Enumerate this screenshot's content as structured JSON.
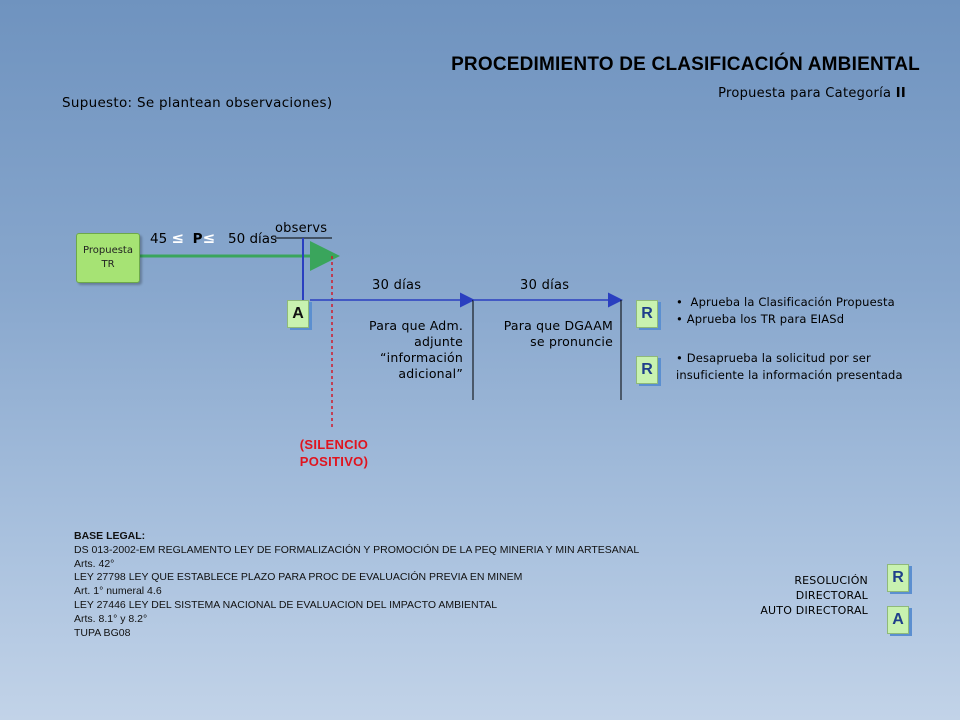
{
  "title": "PROCEDIMIENTO DE CLASIFICACIÓN AMBIENTAL",
  "subtitle_prefix": "Propuesta para Categoría",
  "subtitle_category": "II",
  "supuesto": "Supuesto: Se plantean observaciones)",
  "propuesta_box": {
    "line1": "Propuesta",
    "line2": "TR"
  },
  "range": {
    "min": "45",
    "lte1": "≤",
    "p": "P",
    "lte2": "≤",
    "max": "50 días"
  },
  "observs": "observs",
  "box_a": "A",
  "days_1": "30 días",
  "days_2": "30 días",
  "note_1": {
    "l1": "Para que Adm.",
    "l2": "adjunte",
    "l3": "“información",
    "l4": "adicional”"
  },
  "note_2": {
    "l1": "Para que DGAAM",
    "l2": "se pronuncie"
  },
  "box_r": "R",
  "outcomes_approve": [
    "Aprueba la Clasificación Propuesta",
    "Aprueba los TR para  EIASd"
  ],
  "outcomes_reject": {
    "l1": "Desaprueba  la solicitud por ser",
    "l2": "insuficiente la información presentada"
  },
  "silencio": {
    "l1": "(SILENCIO",
    "l2": "POSITIVO)"
  },
  "base_legal": {
    "heading": "BASE LEGAL:",
    "lines": [
      "DS 013-2002-EM REGLAMENTO LEY DE FORMALIZACIÓN Y PROMOCIÓN DE LA PEQ MINERIA Y MIN ARTESANAL",
      "Arts. 42°",
      "LEY 27798 LEY QUE ESTABLECE PLAZO PARA PROC DE EVALUACIÓN PREVIA EN MINEM",
      "Art. 1° numeral 4.6",
      "LEY 27446 LEY DEL SISTEMA NACIONAL DE EVALUACION DEL IMPACTO AMBIENTAL",
      "Arts. 8.1° y 8.2°",
      "TUPA BG08"
    ]
  },
  "legend": {
    "l1": "RESOLUCIÓN",
    "l2": "DIRECTORAL",
    "l3": "AUTO DIRECTORAL",
    "box_r": "R",
    "box_a": "A"
  },
  "colors": {
    "green_arrow": "#3aa55c",
    "blue_line": "#2a3fc0",
    "red_dotted": "#d11a2a",
    "box_green": "#a6e374"
  }
}
